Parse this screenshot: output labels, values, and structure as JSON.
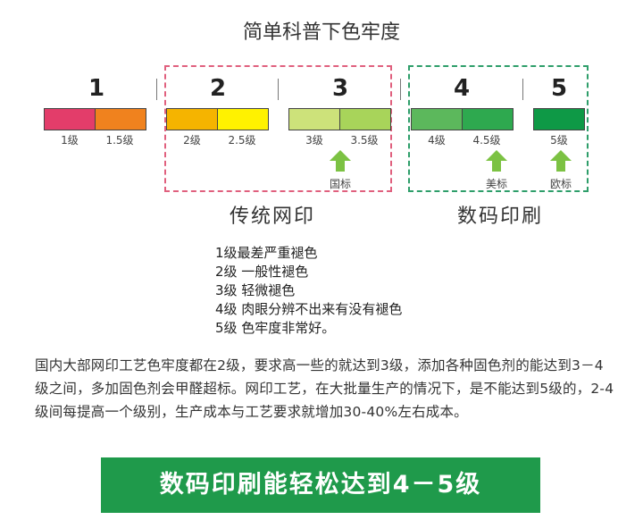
{
  "title": "简单科普下色牢度",
  "grade_numbers": [
    "1",
    "2",
    "3",
    "4",
    "5"
  ],
  "swatch_labels": [
    "1级",
    "1.5级",
    "2级",
    "2.5级",
    "3级",
    "3.5级",
    "4级",
    "4.5级",
    "5级"
  ],
  "colors": {
    "s1": "#e33d6a",
    "s1_5": "#f0821e",
    "s2": "#f5b400",
    "s2_5": "#fff200",
    "s3": "#cde27a",
    "s3_5": "#a8d45a",
    "s4": "#5cb85c",
    "s4_5": "#2ea94f",
    "s5": "#0e9946",
    "box_pink": "#e0607e",
    "box_green": "#2e9e6a",
    "arrow": "#7cc243",
    "banner": "#1f9a4b"
  },
  "standards": {
    "guobiao": "国标",
    "meibiao": "美标",
    "oubiao": "欧标"
  },
  "groups": {
    "screen_print": "传统网印",
    "digital_print": "数码印刷"
  },
  "legend": [
    "1级最差严重褪色",
    "2级 一般性褪色",
    "3级 轻微褪色",
    "4级 肉眼分辨不出来有没有褪色",
    "5级 色牢度非常好。"
  ],
  "paragraph": "国内大部网印工艺色牢度都在2级，要求高一些的就达到3级，添加各种固色剂的能达到3－4级之间，多加固色剂会甲醛超标。网印工艺，在大批量生产的情况下，是不能达到5级的，2-4级间每提高一个级别，生产成本与工艺要求就增加30-40%左右成本。",
  "banner": "数码印刷能轻松达到4－5级"
}
